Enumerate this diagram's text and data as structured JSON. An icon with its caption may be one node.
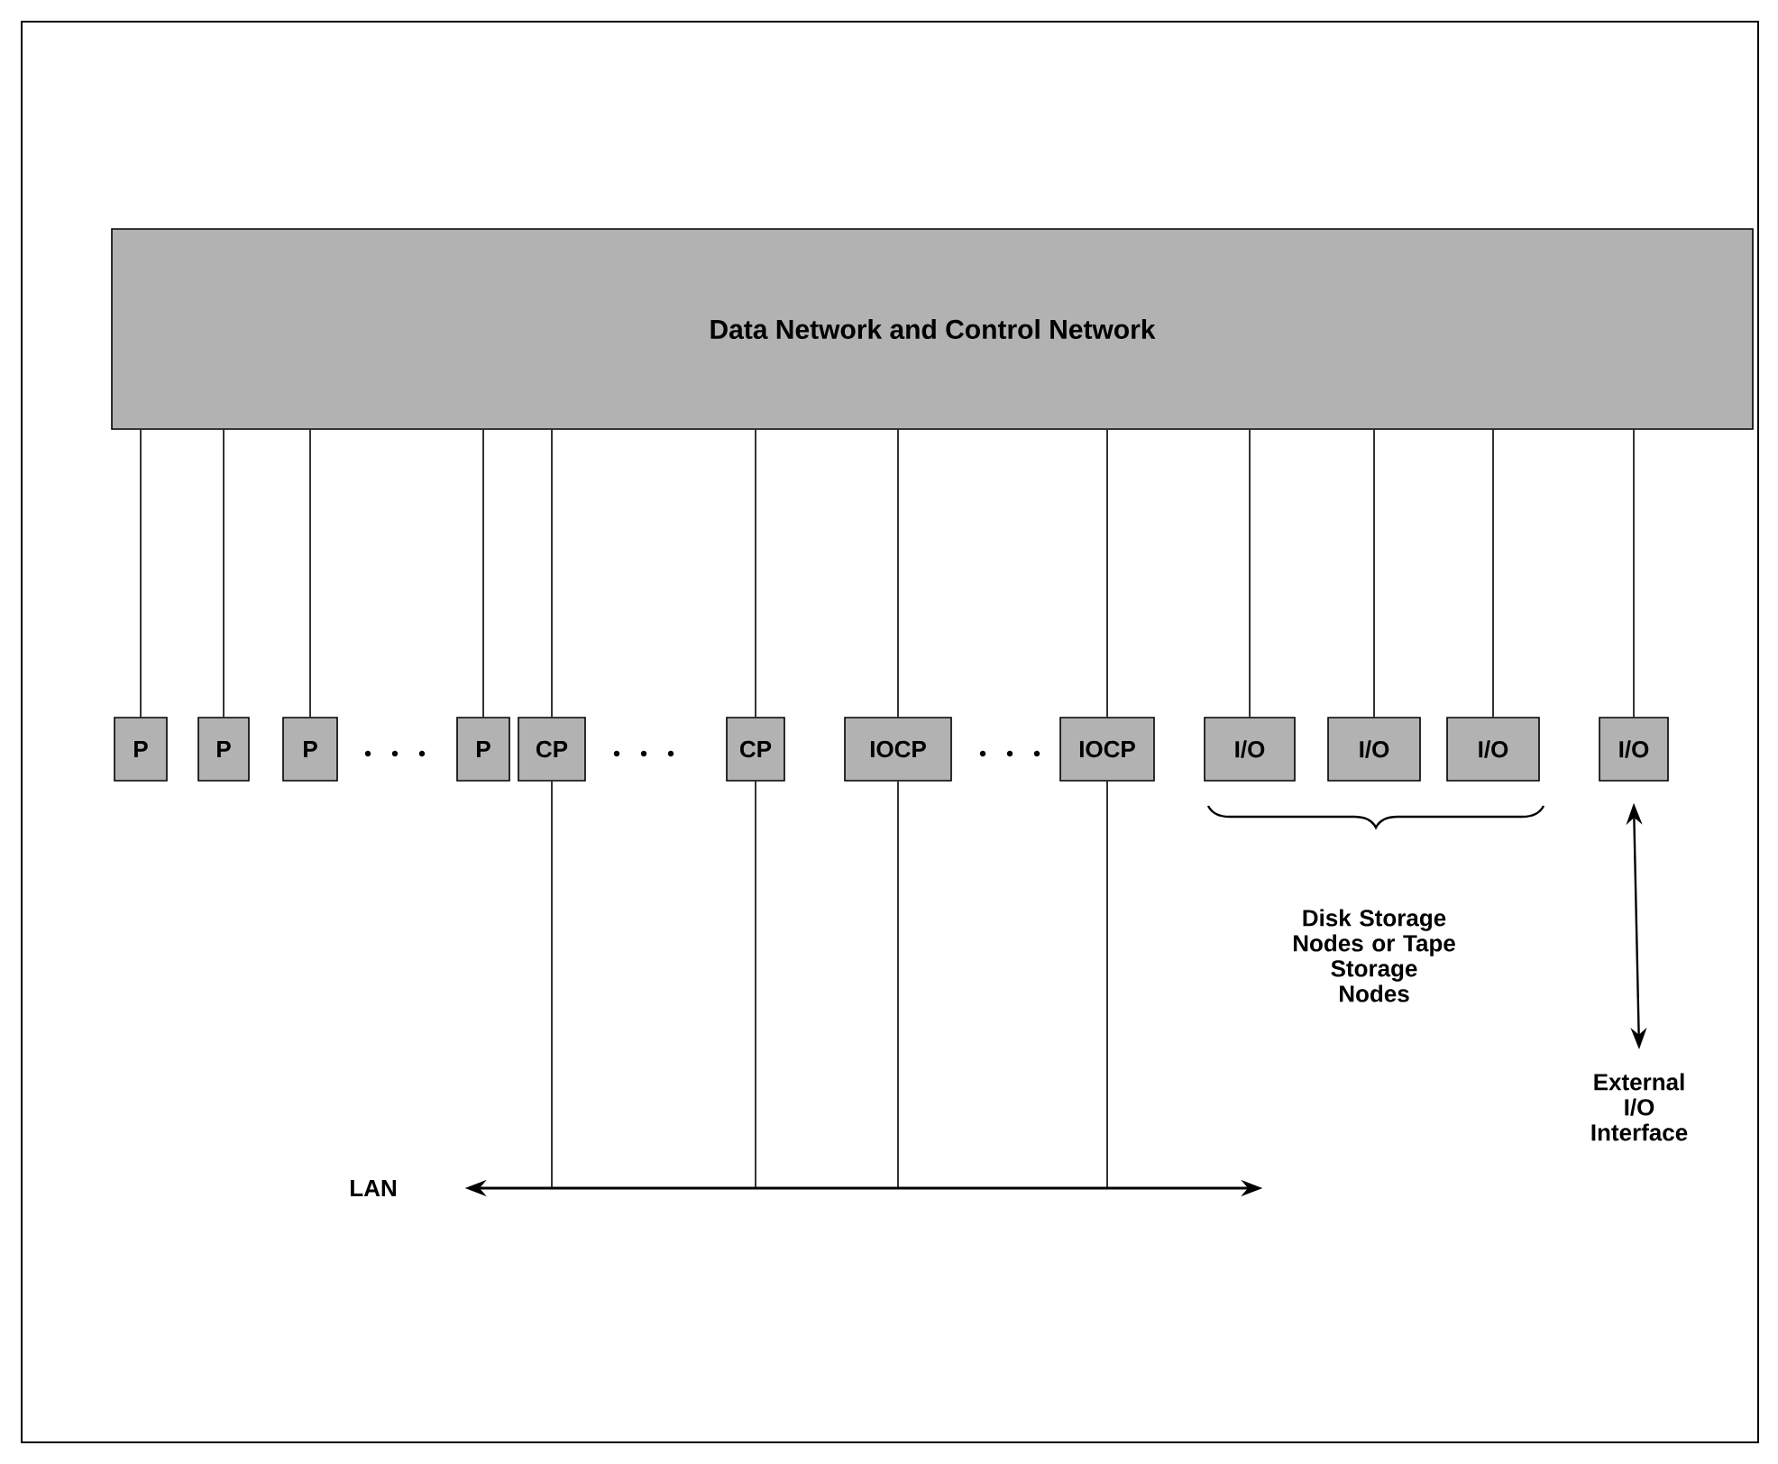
{
  "diagram": {
    "nodes": [
      {
        "text": [
          "Data Network and Control Network"
        ]
      },
      {
        "text": [
          "P"
        ]
      },
      {
        "text": [
          "P"
        ]
      },
      {
        "text": [
          "P"
        ]
      },
      {
        "text": [
          "P"
        ]
      },
      {
        "text": [
          "CP"
        ]
      },
      {
        "text": [
          "CP"
        ]
      },
      {
        "text": [
          "IOCP"
        ]
      },
      {
        "text": [
          "IOCP"
        ]
      },
      {
        "text": [
          "I/O"
        ]
      },
      {
        "text": [
          "I/O"
        ]
      },
      {
        "text": [
          "I/O"
        ]
      },
      {
        "text": [
          "I/O"
        ]
      },
      {
        "text": [],
        "shape": "bar"
      },
      {
        "text": [
          "External I/O Interface"
        ]
      }
    ],
    "edges": [
      {
        "from": 0,
        "to": 1,
        "arrow": "none"
      },
      {
        "from": 0,
        "to": 2,
        "arrow": "none"
      },
      {
        "from": 0,
        "to": 3,
        "arrow": "none"
      },
      {
        "from": 0,
        "to": 4,
        "arrow": "none"
      },
      {
        "from": 0,
        "to": 5,
        "arrow": "none"
      },
      {
        "from": 0,
        "to": 6,
        "arrow": "none"
      },
      {
        "from": 0,
        "to": 7,
        "arrow": "none"
      },
      {
        "from": 0,
        "to": 8,
        "arrow": "none"
      },
      {
        "from": 0,
        "to": 9,
        "arrow": "none"
      },
      {
        "from": 0,
        "to": 10,
        "arrow": "none"
      },
      {
        "from": 0,
        "to": 11,
        "arrow": "none"
      },
      {
        "from": 0,
        "to": 12,
        "arrow": "none"
      },
      {
        "from": 5,
        "to": 13,
        "arrow": "none"
      },
      {
        "from": 6,
        "to": 13,
        "arrow": "none"
      },
      {
        "from": 7,
        "to": 13,
        "arrow": "none"
      },
      {
        "from": 8,
        "to": 13,
        "arrow": "none"
      },
      {
        "from": 12,
        "to": 14,
        "arrow": "both"
      }
    ],
    "labels": [
      "LAN",
      "Disk Storage Nodes or Tape Storage Nodes"
    ]
  }
}
